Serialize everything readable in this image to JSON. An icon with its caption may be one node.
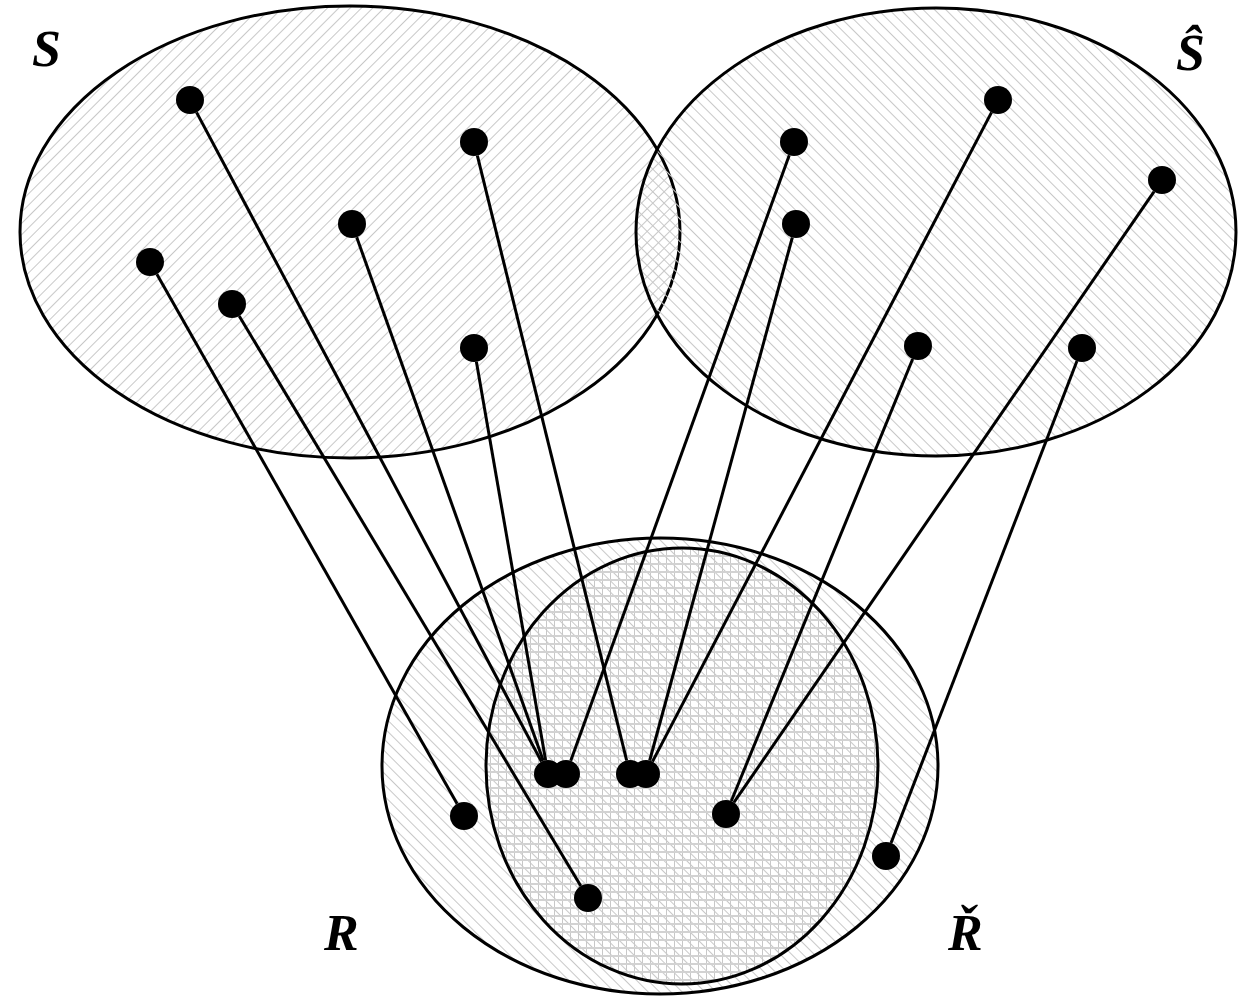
{
  "diagram": {
    "nodes": [
      {
        "text": [
          "S"
        ]
      },
      {
        "text": [
          "Ŝ"
        ]
      },
      {
        "text": [
          "R"
        ]
      },
      {
        "text": [
          "Ř"
        ],
        "in": 2
      },
      {
        "text": [],
        "shape": "circle",
        "in": 0
      },
      {
        "text": [],
        "shape": "circle",
        "in": 0
      },
      {
        "text": [],
        "shape": "circle",
        "in": 0
      },
      {
        "text": [],
        "shape": "circle",
        "in": 0
      },
      {
        "text": [],
        "shape": "circle",
        "in": 0
      },
      {
        "text": [],
        "shape": "circle",
        "in": 0
      },
      {
        "text": [],
        "shape": "circle",
        "in": 1
      },
      {
        "text": [],
        "shape": "circle",
        "in": 1
      },
      {
        "text": [],
        "shape": "circle",
        "in": 1
      },
      {
        "text": [],
        "shape": "circle",
        "in": 1
      },
      {
        "text": [],
        "shape": "circle",
        "in": 1
      },
      {
        "text": [],
        "shape": "circle",
        "in": 1
      },
      {
        "text": [],
        "shape": "circle",
        "in": 2
      },
      {
        "text": [],
        "shape": "circle",
        "in": 3
      },
      {
        "text": [],
        "shape": "circle",
        "in": 3
      },
      {
        "text": [],
        "shape": "circle",
        "in": 3
      },
      {
        "text": [],
        "shape": "circle",
        "in": 3
      },
      {
        "text": [],
        "shape": "circle",
        "in": 3
      },
      {
        "text": [],
        "shape": "circle",
        "in": 3
      },
      {
        "text": [],
        "shape": "circle",
        "in": 2
      }
    ],
    "edges": [
      {
        "from": 4,
        "to": 16,
        "arrow": "none"
      },
      {
        "from": 5,
        "to": 17,
        "arrow": "none"
      },
      {
        "from": 6,
        "to": 19,
        "arrow": "none"
      },
      {
        "from": 7,
        "to": 17,
        "arrow": "none"
      },
      {
        "from": 8,
        "to": 20,
        "arrow": "none"
      },
      {
        "from": 9,
        "to": 17,
        "arrow": "none"
      },
      {
        "from": 10,
        "to": 18,
        "arrow": "none"
      },
      {
        "from": 11,
        "to": 21,
        "arrow": "none"
      },
      {
        "from": 12,
        "to": 22,
        "arrow": "none"
      },
      {
        "from": 13,
        "to": 21,
        "arrow": "none"
      },
      {
        "from": 14,
        "to": 23,
        "arrow": "none"
      },
      {
        "from": 15,
        "to": 22,
        "arrow": "none"
      }
    ]
  }
}
